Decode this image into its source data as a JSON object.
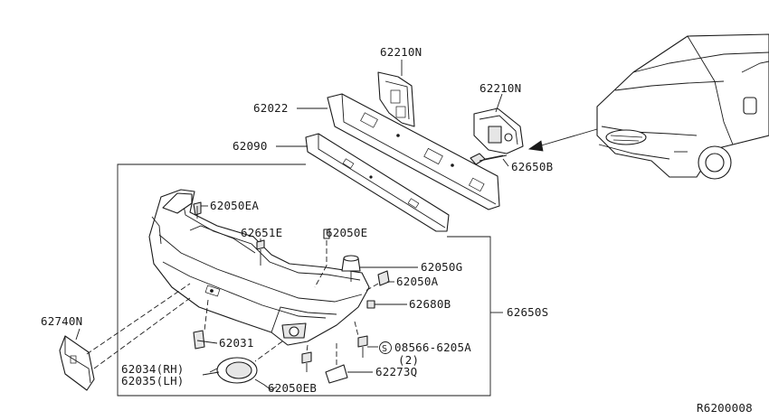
{
  "callouts": {
    "bracket_upper": "62210N",
    "bracket_side": "62210N",
    "reinforcement": "62022",
    "absorber": "62090",
    "bolt_b": "62650B",
    "clip_ea": "62050EA",
    "clip_e1": "62651E",
    "clip_e2": "62050E",
    "grommet_g": "62050G",
    "clip_a": "62050A",
    "nut_b": "62680B",
    "assembly": "62650S",
    "side_bracket": "62740N",
    "mesh": "62031",
    "fog_rh": "62034(RH)",
    "fog_lh": "62035(LH)",
    "clip_eb": "62050EB",
    "screw": "08566-6205A",
    "screw_qty": "(2)",
    "screw_symbol": "S",
    "stay": "62273Q"
  },
  "figure_code": "R6200008",
  "colors": {
    "ink": "#1a1a1a",
    "background": "#ffffff"
  }
}
